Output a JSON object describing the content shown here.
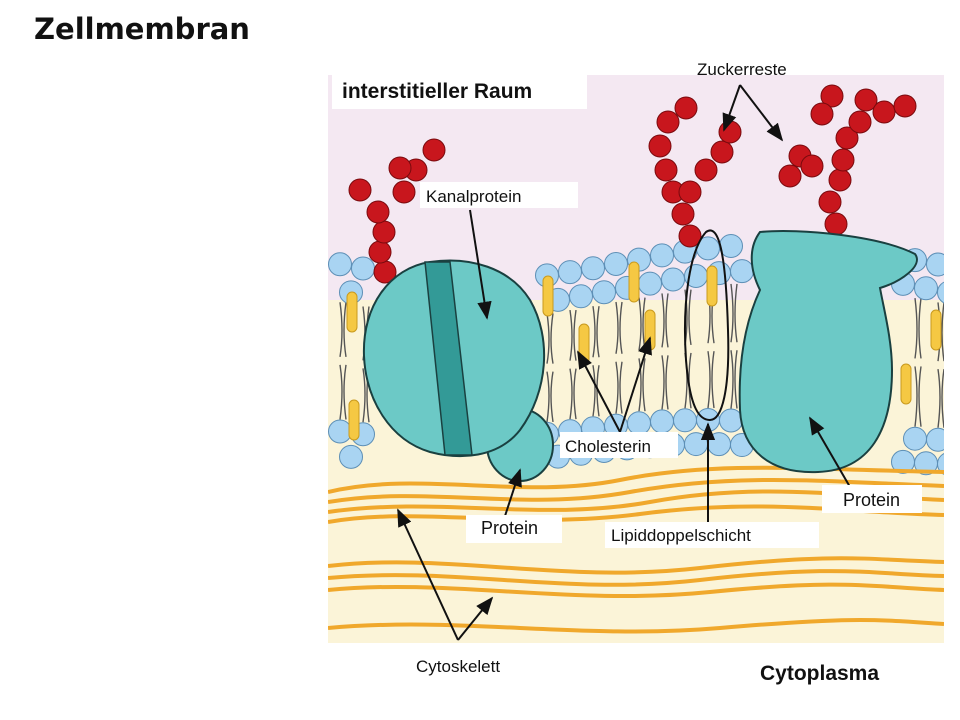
{
  "title": "Zellmembran",
  "labels": {
    "interstitial": "interstitieller Raum",
    "sugar": "Zuckerreste",
    "channel": "Kanalprotein",
    "cholesterol": "Cholesterin",
    "protein_right": "Protein",
    "protein_left": "Protein",
    "bilayer": "Lipiddoppelschicht",
    "cytoskeleton": "Cytoskelett",
    "cytoplasm": "Cytoplasma"
  },
  "colors": {
    "extracellular": "#f4e8f2",
    "cytoplasm": "#fbf4d8",
    "lipid_head": "#a9d4f2",
    "protein": "#6cc9c6",
    "channel_stripe": "#339a97",
    "sugar": "#c8161d",
    "cholesterol": "#f5c843",
    "cytoskeleton": "#f5b73b"
  }
}
